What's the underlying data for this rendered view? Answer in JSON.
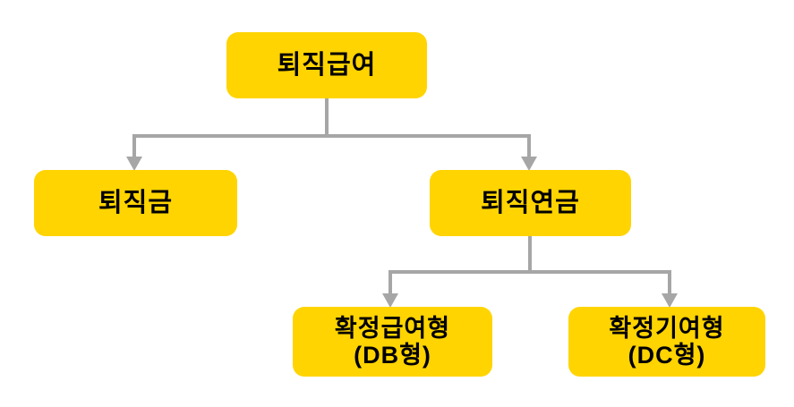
{
  "diagram": {
    "type": "hierarchy",
    "nodes": [
      {
        "id": "retirement-benefit",
        "label": "퇴직급여"
      },
      {
        "id": "severance-pay",
        "label": "퇴직금"
      },
      {
        "id": "retirement-pension",
        "label": "퇴직연금"
      },
      {
        "id": "defined-benefit",
        "label": "확정급여형",
        "sublabel": "(DB형)"
      },
      {
        "id": "defined-contribution",
        "label": "확정기여형",
        "sublabel": "(DC형)"
      }
    ],
    "edges": [
      {
        "from": "retirement-benefit",
        "to": "severance-pay"
      },
      {
        "from": "retirement-benefit",
        "to": "retirement-pension"
      },
      {
        "from": "retirement-pension",
        "to": "defined-benefit"
      },
      {
        "from": "retirement-pension",
        "to": "defined-contribution"
      }
    ]
  },
  "colors": {
    "node_fill": "#FFD400",
    "node_text": "#000000",
    "connector": "#A6A6A6",
    "background": "#FFFFFF"
  }
}
